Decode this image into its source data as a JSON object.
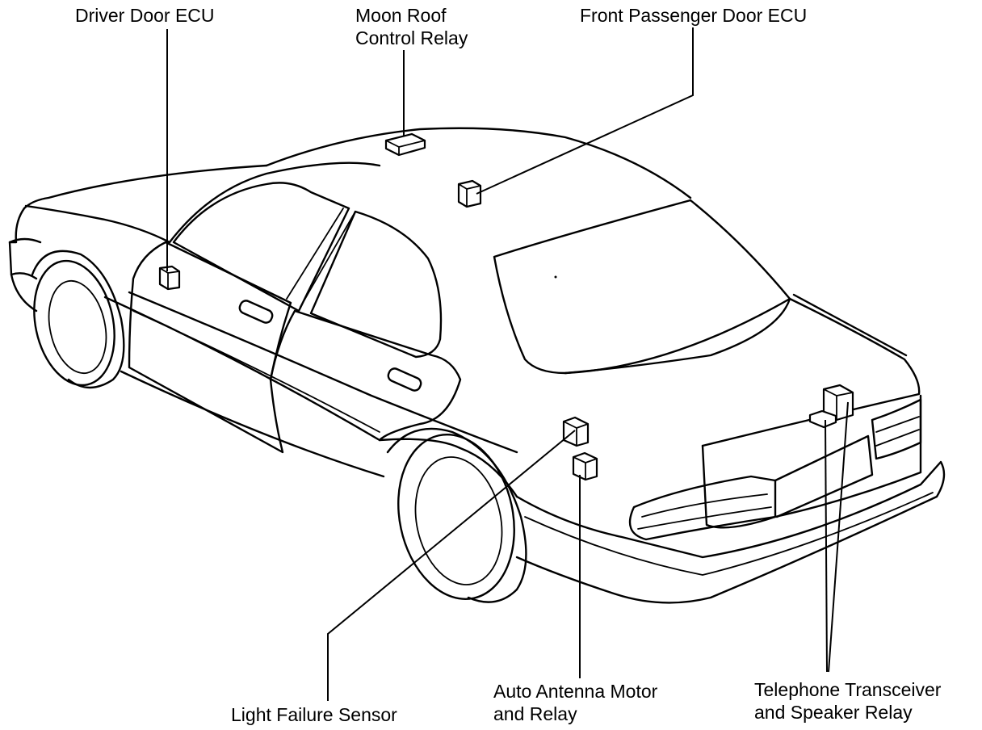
{
  "labels": {
    "driver_door_ecu": "Driver Door ECU",
    "moon_roof_relay": [
      "Moon Roof",
      "Control Relay"
    ],
    "front_passenger_door_ecu": "Front Passenger Door ECU",
    "light_failure_sensor": "Light Failure Sensor",
    "auto_antenna": [
      "Auto Antenna Motor",
      "and Relay"
    ],
    "telephone": [
      "Telephone Transceiver",
      "and Speaker Relay"
    ]
  },
  "colors": {
    "ink": "#000000",
    "paper": "#ffffff"
  }
}
